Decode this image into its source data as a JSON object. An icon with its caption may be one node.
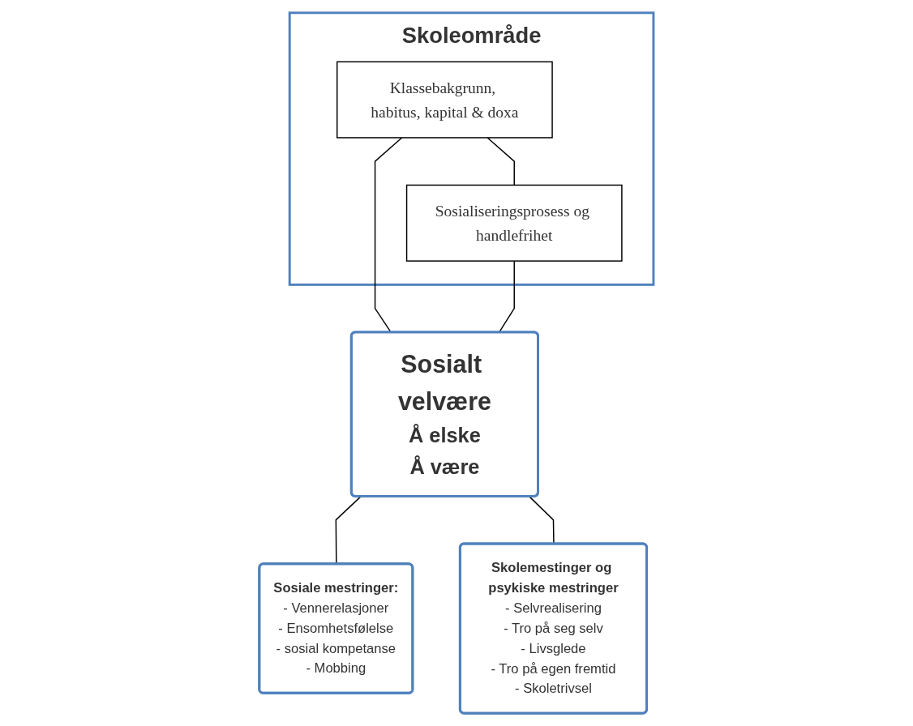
{
  "diagram": {
    "nodes": [
      {
        "text": [
          "Skoleområde"
        ]
      },
      {
        "text": [
          "Klassebakgrunn, habitus, kapital & doxa"
        ],
        "in": 0
      },
      {
        "text": [
          "Sosialiseringsprosess og handlefrihet"
        ],
        "in": 0
      },
      {
        "text": [
          "Sosialt velvære",
          "Å elske",
          "Å være"
        ]
      },
      {
        "text": [
          "Sosiale mestringer:",
          "- Vennerelasjoner",
          "- Ensomhetsfølelse",
          "- sosial kompetanse",
          "- Mobbing"
        ]
      },
      {
        "text": [
          "Skolemestinger og psykiske mestringer",
          "- Selvrealisering",
          "- Tro på seg selv",
          "- Livsglede",
          "- Tro på egen fremtid",
          "- Skoletrivsel"
        ]
      }
    ],
    "edges": [
      {
        "from": 1,
        "to": 2,
        "arrow": "none"
      },
      {
        "from": 1,
        "to": 3,
        "arrow": "none"
      },
      {
        "from": 2,
        "to": 3,
        "arrow": "none"
      },
      {
        "from": 3,
        "to": 4,
        "arrow": "none"
      },
      {
        "from": 3,
        "to": 5,
        "arrow": "none"
      }
    ]
  }
}
